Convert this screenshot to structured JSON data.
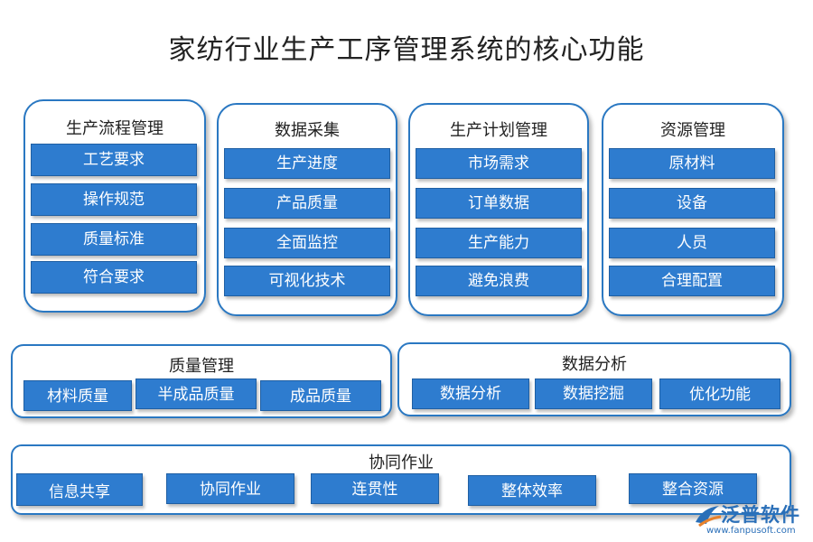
{
  "title": "家纺行业生产工序管理系统的核心功能",
  "top_panels": [
    {
      "title": "生产流程管理",
      "items": [
        "工艺要求",
        "操作规范",
        "质量标准",
        "符合要求"
      ]
    },
    {
      "title": "数据采集",
      "items": [
        "生产进度",
        "产品质量",
        "全面监控",
        "可视化技术"
      ]
    },
    {
      "title": "生产计划管理",
      "items": [
        "市场需求",
        "订单数据",
        "生产能力",
        "避免浪费"
      ]
    },
    {
      "title": "资源管理",
      "items": [
        "原材料",
        "设备",
        "人员",
        "合理配置"
      ]
    }
  ],
  "middle_panels": [
    {
      "title": "质量管理",
      "items": [
        "材料质量",
        "半成品质量",
        "成品质量"
      ]
    },
    {
      "title": "数据分析",
      "items": [
        "数据分析",
        "数据挖掘",
        "优化功能"
      ]
    }
  ],
  "bottom_panel": {
    "title": "协同作业",
    "items": [
      "信息共享",
      "协同作业",
      "连贯性",
      "整体效率",
      "整合资源"
    ]
  },
  "logo": {
    "name": "泛普软件",
    "url": "www.fanpusoft.com"
  },
  "colors": {
    "panel_border": "#2a78c2",
    "button_fill": "#2e7ccf",
    "logo": "#2a6fb8"
  }
}
